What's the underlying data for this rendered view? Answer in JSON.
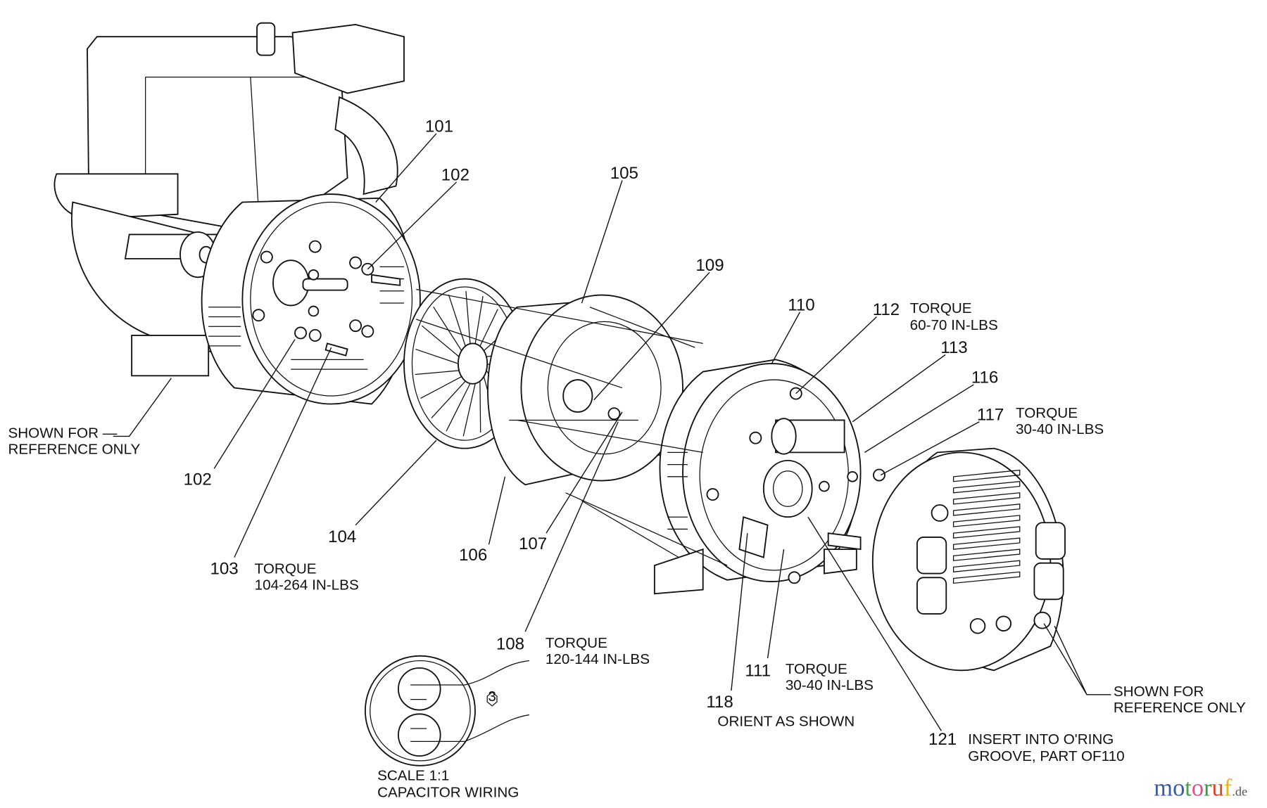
{
  "callouts": {
    "c101": "101",
    "c102_top": "102",
    "c102_bottom": "102",
    "c103": "103",
    "c104": "104",
    "c105": "105",
    "c106": "106",
    "c107": "107",
    "c108": "108",
    "c109": "109",
    "c110": "110",
    "c111": "111",
    "c112": "112",
    "c113": "113",
    "c116": "116",
    "c117": "117",
    "c118": "118",
    "c121": "121"
  },
  "notes": {
    "n103": [
      "TORQUE",
      "104-264 IN-LBS"
    ],
    "n108": [
      "TORQUE",
      "120-144 IN-LBS"
    ],
    "n111": [
      "TORQUE",
      "30-40 IN-LBS"
    ],
    "n112": [
      "TORQUE",
      "60-70 IN-LBS"
    ],
    "n117": [
      "TORQUE",
      "30-40 IN-LBS"
    ],
    "n118": "ORIENT AS SHOWN",
    "n121": [
      "INSERT INTO O'RING",
      "GROOVE, PART OF110"
    ],
    "ref_left": [
      "SHOWN FOR —",
      "REFERENCE ONLY"
    ],
    "ref_right": [
      "SHOWN FOR",
      "REFERENCE ONLY"
    ],
    "capacitor": [
      "SCALE 1:1",
      "CAPACITOR WIRING"
    ],
    "cap_marker": "3"
  },
  "watermark": {
    "letters": [
      "m",
      "o",
      "t",
      "o",
      "r",
      "u",
      "f"
    ],
    "colors": [
      "#3b5ba5",
      "#3b5ba5",
      "#4aa04a",
      "#e0508a",
      "#3b9a3b",
      "#e0452a",
      "#f0b020"
    ],
    "suffix": ".de"
  }
}
